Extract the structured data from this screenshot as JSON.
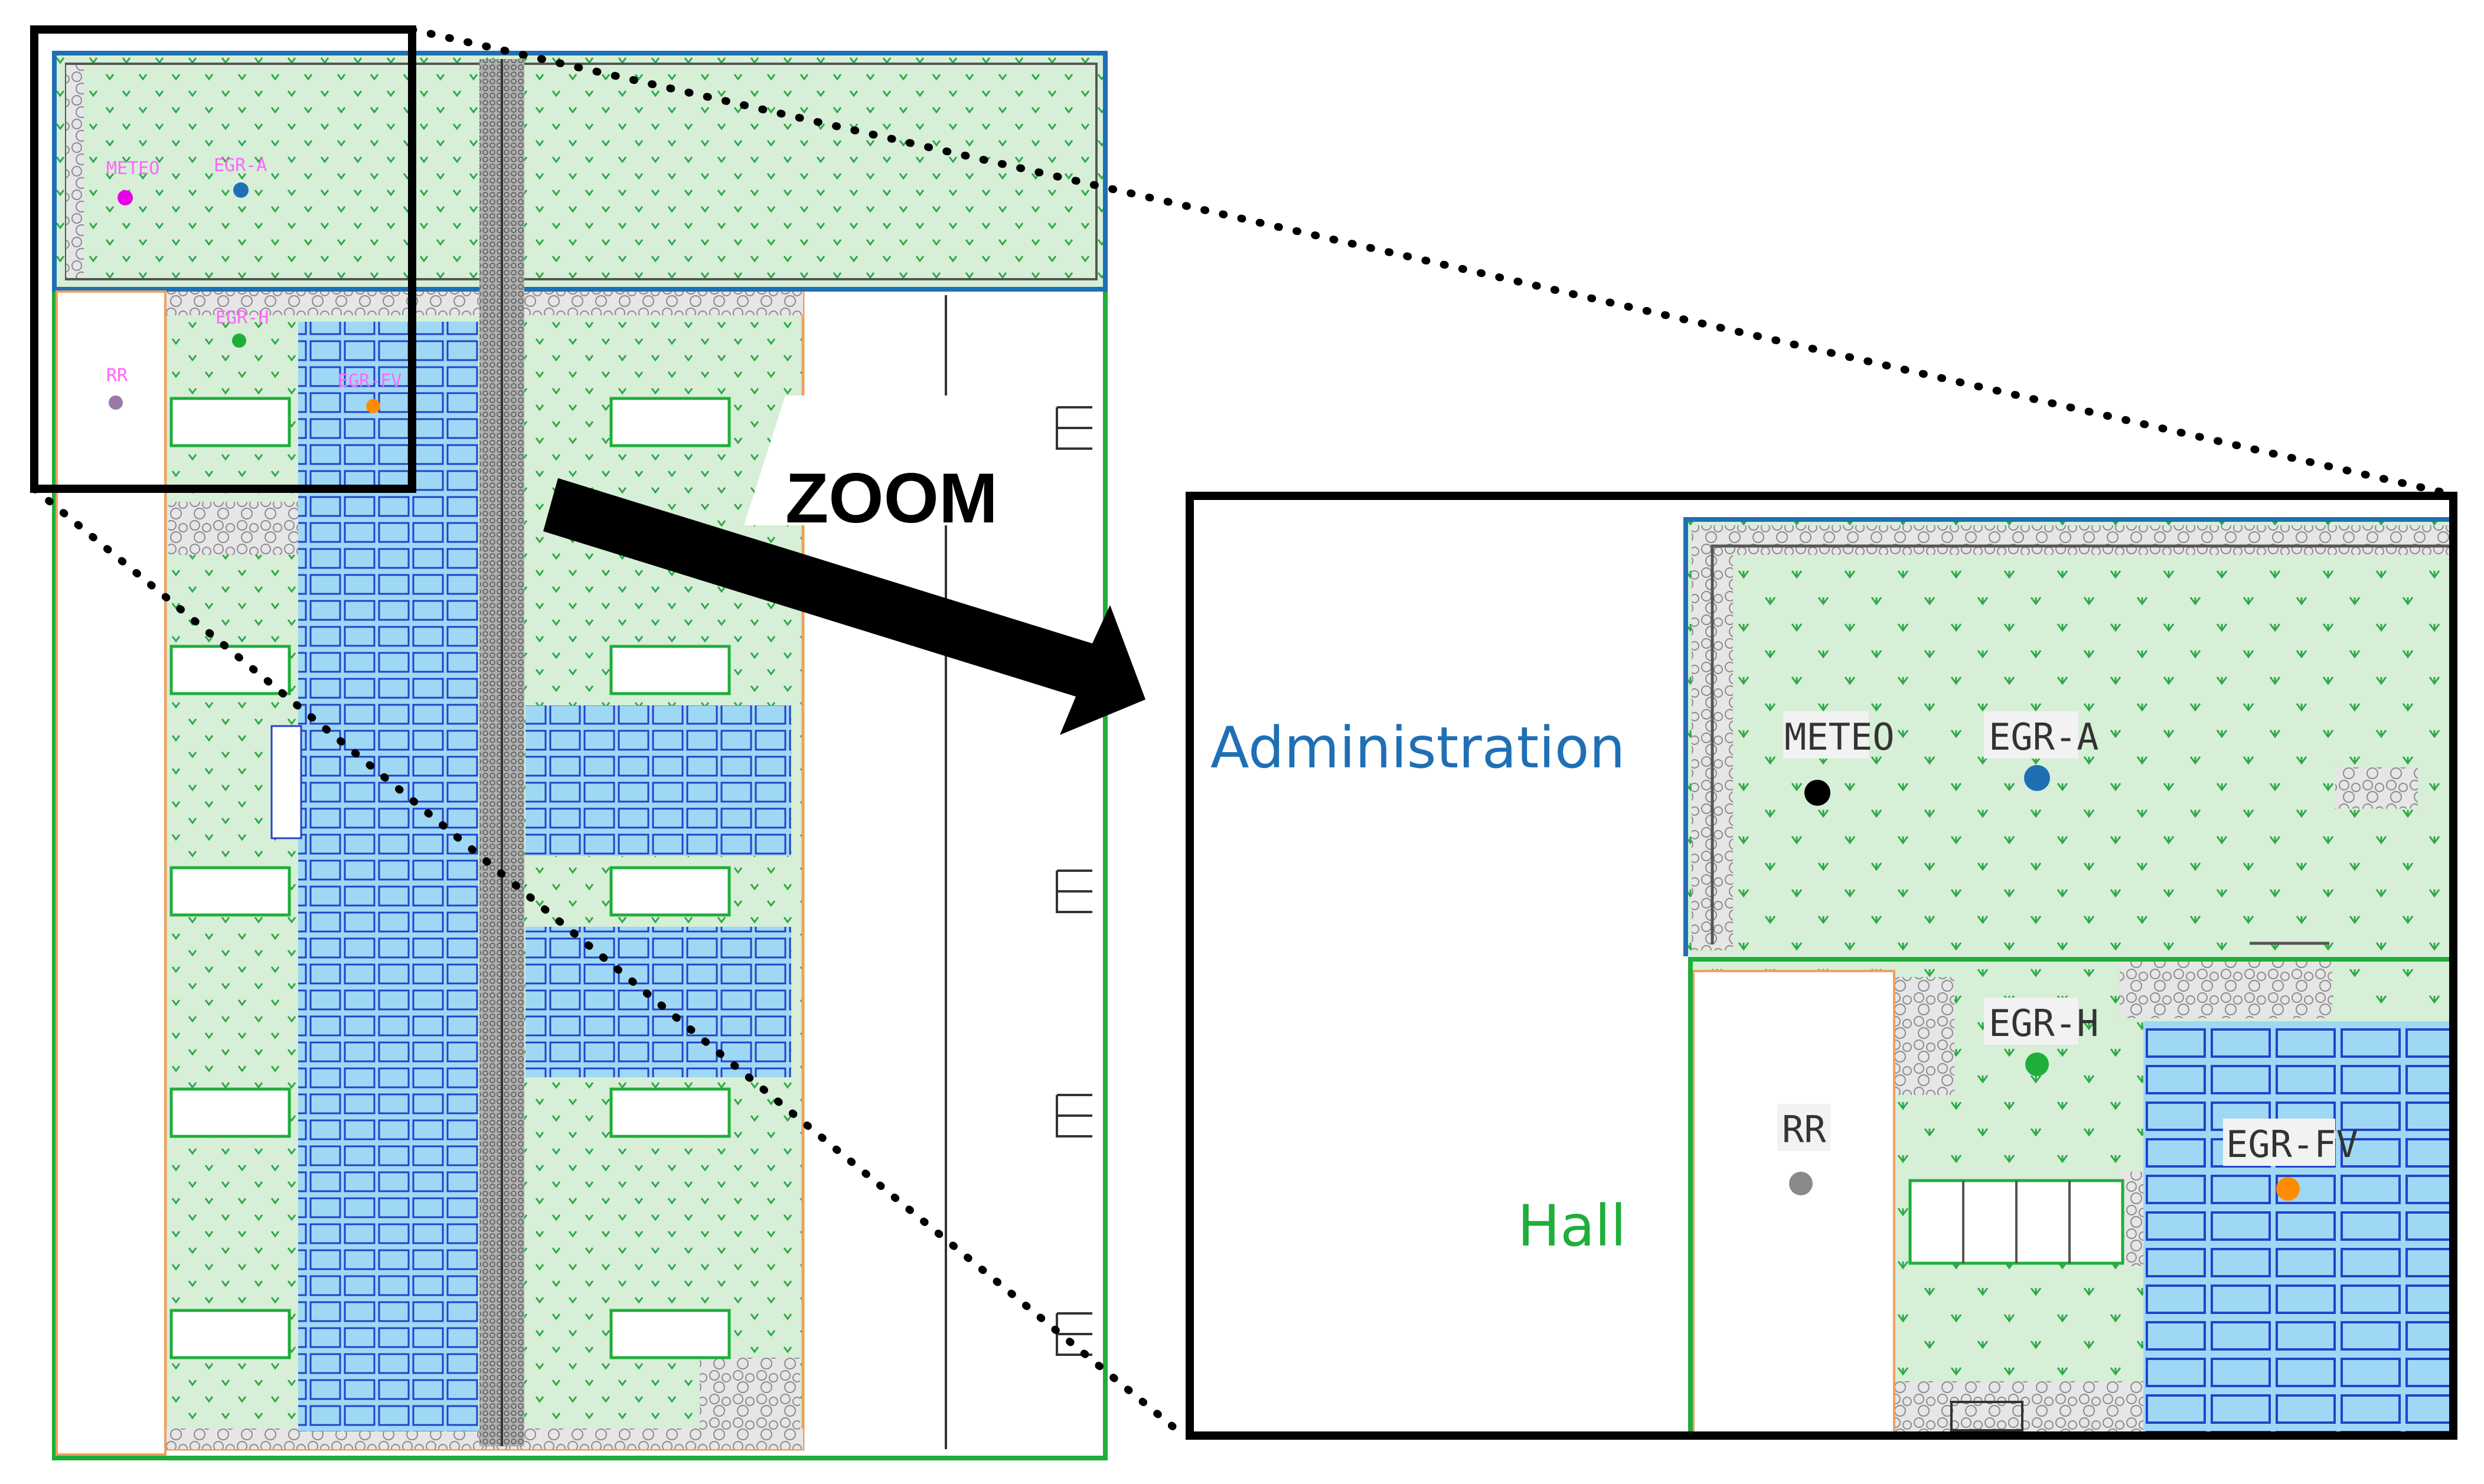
{
  "zoom_label": "ZOOM",
  "areas": {
    "administration": {
      "label": "Administration",
      "color": "#1f6fb5"
    },
    "hall": {
      "label": "Hall",
      "color": "#1fae3a"
    }
  },
  "stations": [
    {
      "id": "meteo",
      "label": "METEO",
      "overview_color": "#e600e6",
      "zoom_color": "#000000"
    },
    {
      "id": "egr-a",
      "label": "EGR-A",
      "overview_color": "#1f6fb5",
      "zoom_color": "#1f6fb5"
    },
    {
      "id": "egr-h",
      "label": "EGR-H",
      "overview_color": "#1fae3a",
      "zoom_color": "#1fae3a"
    },
    {
      "id": "rr",
      "label": "RR",
      "overview_color": "#9a7aa8",
      "zoom_color": "#8a8a8a"
    },
    {
      "id": "egr-fv",
      "label": "EGR-FV",
      "overview_color": "#ff8c00",
      "zoom_color": "#ff8c00"
    }
  ],
  "colors": {
    "grass": "#d6efd6",
    "grass_mark": "#2fa84a",
    "solar_fill": "#9fd8f5",
    "solar_line": "#2442c9",
    "gravel": "#d7d7d7",
    "admin_outline": "#1f6fb5",
    "hall_outline": "#1fae3a",
    "boundary": "#f0a060",
    "overview_label": "#ff66ff"
  }
}
